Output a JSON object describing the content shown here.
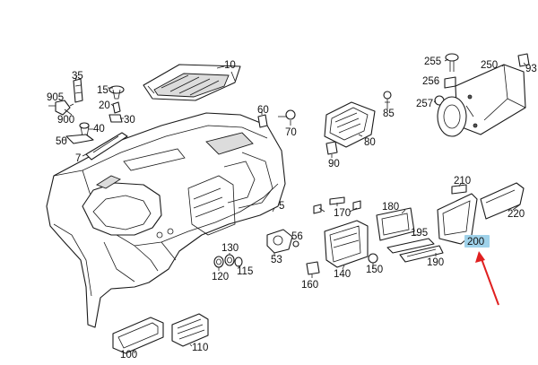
{
  "diagram": {
    "highlight_color": "#9fd2ea",
    "arrow_color": "#e02020",
    "labels": {
      "p10": "10",
      "p35": "35",
      "p905": "905",
      "p900": "900",
      "p15": "15",
      "p20": "20",
      "p30": "30",
      "p40": "40",
      "p50": "50",
      "p7": "7",
      "p60": "60",
      "p70": "70",
      "p85": "85",
      "p80": "80",
      "p90": "90",
      "p255": "255",
      "p256": "256",
      "p257": "257",
      "p250": "250",
      "p93": "93",
      "p210": "210",
      "p220": "220",
      "p200": "200",
      "p180": "180",
      "p170": "170",
      "p195": "195",
      "p190": "190",
      "p150": "150",
      "p140": "140",
      "p160": "160",
      "p5": "5",
      "p56": "56",
      "p53": "53",
      "p130": "130",
      "p120": "120",
      "p115": "115",
      "p100": "100",
      "p110": "110"
    }
  }
}
